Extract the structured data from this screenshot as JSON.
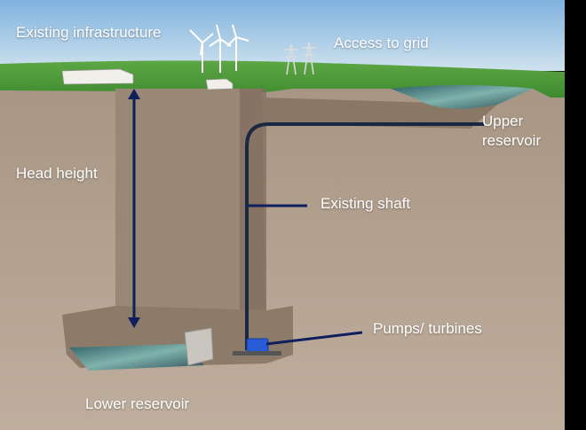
{
  "labels": {
    "existing_infrastructure": "Existing infrastructure",
    "access_to_grid": "Access to grid",
    "upper_reservoir": "Upper reservoir",
    "head_height": "Head height",
    "existing_shaft": "Existing shaft",
    "pumps_turbines": "Pumps/ turbines",
    "lower_reservoir": "Lower reservoir"
  },
  "colors": {
    "sky": "#9fc6e6",
    "grass": "#4f9a3a",
    "soil": "#a08e7e",
    "shaft": "#8a7866",
    "pipe": "#1a2740",
    "arrow": "#0f1e5c",
    "water": "#5b8f8c",
    "pump": "#2a5bd7"
  }
}
